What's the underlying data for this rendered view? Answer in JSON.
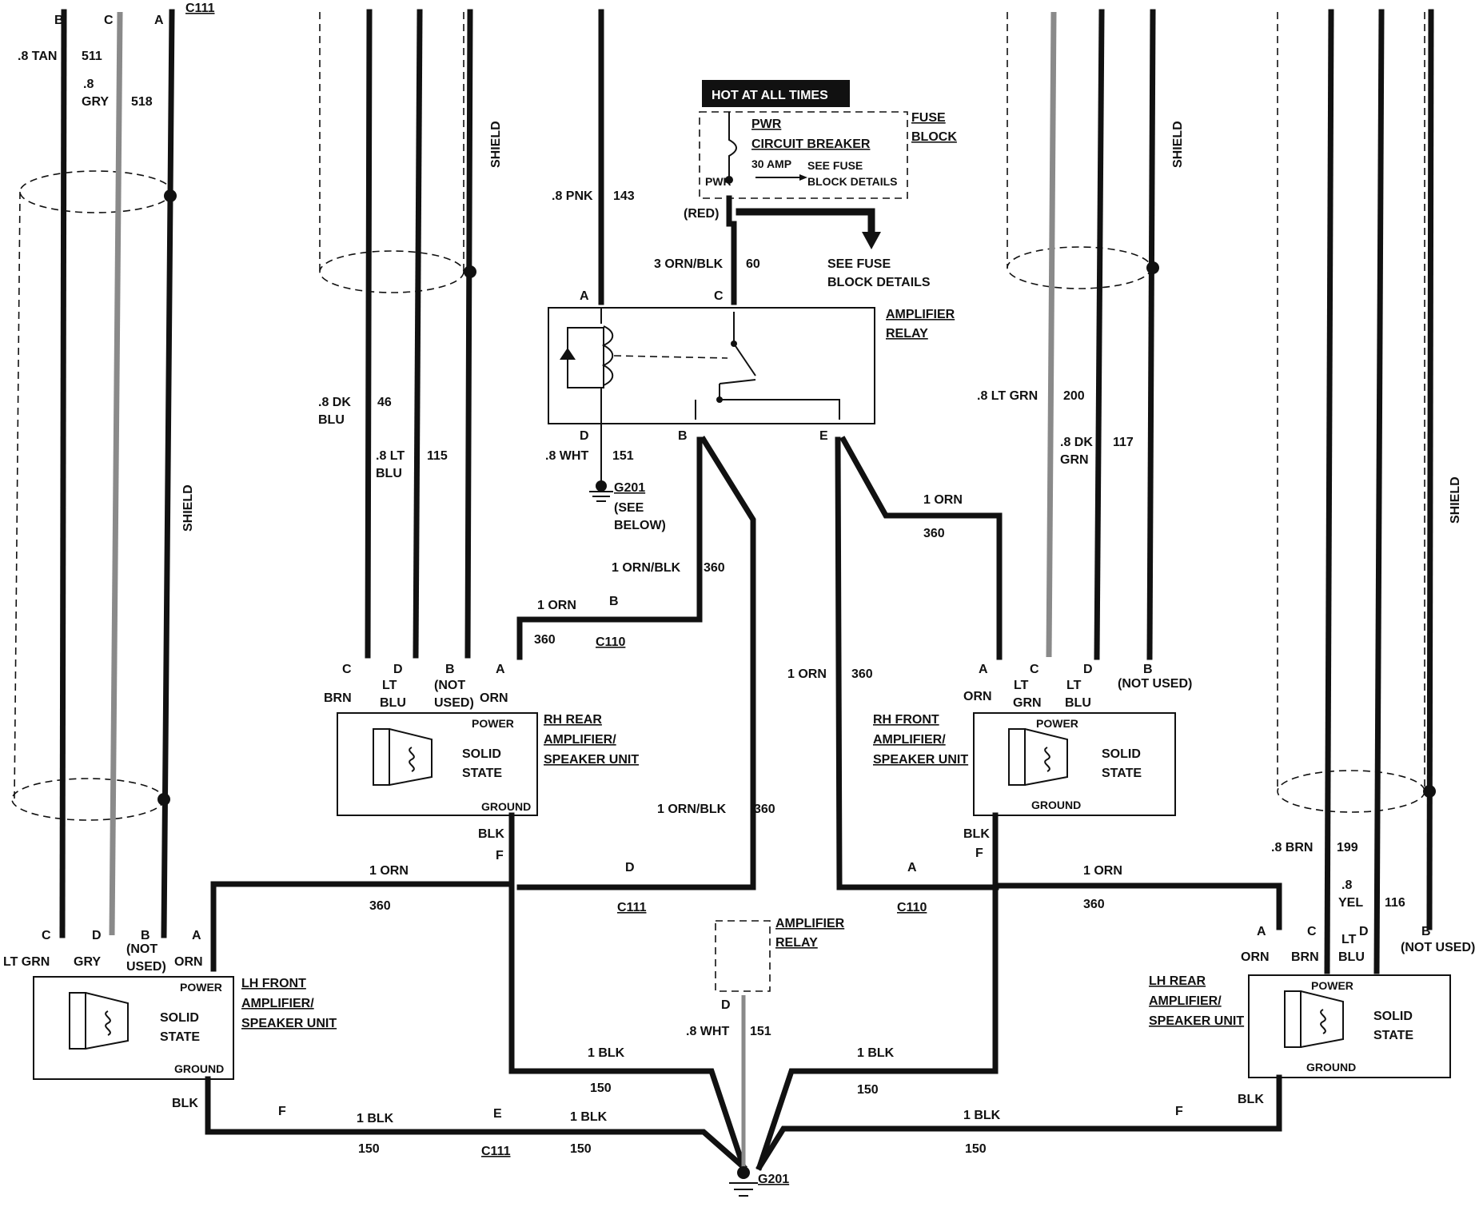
{
  "top_labels": {
    "c111_left": "C111",
    "pin_b": "B",
    "pin_c": "C",
    "pin_a": "A",
    "tan": ".8 TAN",
    "tan_num": "511",
    "gry_a": ".8",
    "gry_b": "GRY",
    "gry_num": "518",
    "shield": "SHIELD",
    "dk_blu_a": ".8 DK",
    "dk_blu_b": "BLU",
    "dk_blu_num": "46",
    "lt_blu_a": ".8 LT",
    "lt_blu_b": "BLU",
    "lt_blu_num": "115",
    "pnk": ".8 PNK",
    "pnk_num": "143",
    "lt_grn": ".8 LT GRN",
    "lt_grn_num": "200",
    "dk_grn_a": ".8 DK",
    "dk_grn_b": "GRN",
    "dk_grn_num": "117"
  },
  "fuse": {
    "hot": "HOT AT ALL TIMES",
    "pwr": "PWR",
    "breaker": "CIRCUIT BREAKER",
    "amp": "30 AMP",
    "see_a": "SEE FUSE",
    "see_b": "BLOCK DETAILS",
    "pwr2": "PWR",
    "block_a": "FUSE",
    "block_b": "BLOCK",
    "red": "(RED)",
    "see2_a": "SEE FUSE",
    "see2_b": "BLOCK DETAILS",
    "orn_blk": "3 ORN/BLK",
    "orn_blk_num": "60"
  },
  "relay": {
    "title_a": "AMPLIFIER",
    "title_b": "RELAY",
    "pin_a": "A",
    "pin_c": "C",
    "pin_d": "D",
    "pin_b": "B",
    "pin_e": "E",
    "wht": ".8 WHT",
    "wht_num": "151",
    "ground": "G201",
    "see_a": "(SEE",
    "see_b": "BELOW)"
  },
  "wires": {
    "orn_blk_1": "1 ORN/BLK",
    "n360a": "360",
    "orn_1": "1 ORN",
    "n360b": "360",
    "c110": "C110",
    "pin_b": "B",
    "orn_2": "1 ORN",
    "n360c": "360",
    "orn_3": "1 ORN",
    "n360d": "360",
    "orn_blk_2": "1 ORN/BLK",
    "n360e": "360",
    "orn_4": "1 ORN",
    "n360f": "360",
    "pin_d": "D",
    "c111_mid": "C111",
    "pin_a": "A",
    "c110_mid": "C110",
    "orn_5": "1 ORN",
    "n360g": "360",
    "blk_1": "1 BLK",
    "n150a": "150",
    "blk_2": "1 BLK",
    "n150b": "150",
    "blk_3": "1 BLK",
    "n150c": "150",
    "blk_4": "1 BLK",
    "n150d": "150",
    "blk_5": "1 BLK",
    "n150e": "150",
    "pin_f": "F",
    "pin_e": "E",
    "c111_bot": "C111",
    "pin_f2": "F",
    "g201": "G201",
    "wht2": ".8 WHT",
    "wht2_num": "151",
    "relay2_a": "AMPLIFIER",
    "relay2_b": "RELAY",
    "relay2_pin": "D"
  },
  "units": {
    "rh_rear": {
      "name_a": "RH REAR",
      "name_b": "AMPLIFIER/",
      "name_c": "SPEAKER UNIT",
      "power": "POWER",
      "solid": "SOLID",
      "state": "STATE",
      "ground": "GROUND",
      "pin_c": "C",
      "pin_d": "D",
      "pin_b": "B",
      "pin_a": "A",
      "c_col": "BRN",
      "d_col_a": "LT",
      "d_col_b": "BLU",
      "b_col_a": "(NOT",
      "b_col_b": "USED)",
      "a_col": "ORN",
      "blk": "BLK",
      "pin_f": "F"
    },
    "rh_front": {
      "name_a": "RH FRONT",
      "name_b": "AMPLIFIER/",
      "name_c": "SPEAKER UNIT",
      "power": "POWER",
      "solid": "SOLID",
      "state": "STATE",
      "ground": "GROUND",
      "pin_a": "A",
      "pin_c": "C",
      "pin_d": "D",
      "pin_b": "B",
      "a_col": "ORN",
      "c_col_a": "LT",
      "c_col_b": "GRN",
      "d_col_a": "LT",
      "d_col_b": "BLU",
      "b_col": "(NOT USED)",
      "blk": "BLK",
      "pin_f": "F"
    },
    "lh_front": {
      "name_a": "LH FRONT",
      "name_b": "AMPLIFIER/",
      "name_c": "SPEAKER UNIT",
      "power": "POWER",
      "solid": "SOLID",
      "state": "STATE",
      "ground": "GROUND",
      "pin_c": "C",
      "pin_d": "D",
      "pin_b": "B",
      "pin_a": "A",
      "c_col": "LT GRN",
      "d_col": "GRY",
      "b_col_a": "(NOT",
      "b_col_b": "USED)",
      "a_col": "ORN",
      "blk": "BLK"
    },
    "lh_rear": {
      "name_a": "LH REAR",
      "name_b": "AMPLIFIER/",
      "name_c": "SPEAKER UNIT",
      "power": "POWER",
      "solid": "SOLID",
      "state": "STATE",
      "ground": "GROUND",
      "pin_a": "A",
      "pin_c": "C",
      "pin_d": "D",
      "pin_b": "B",
      "a_col": "ORN",
      "c_col": "BRN",
      "d_col_a": "LT",
      "d_col_b": "BLU",
      "b_col": "(NOT USED)",
      "blk": "BLK",
      "brn": ".8 BRN",
      "brn_num": "199",
      "yel_a": ".8",
      "yel_b": "YEL",
      "yel_num": "116"
    }
  }
}
